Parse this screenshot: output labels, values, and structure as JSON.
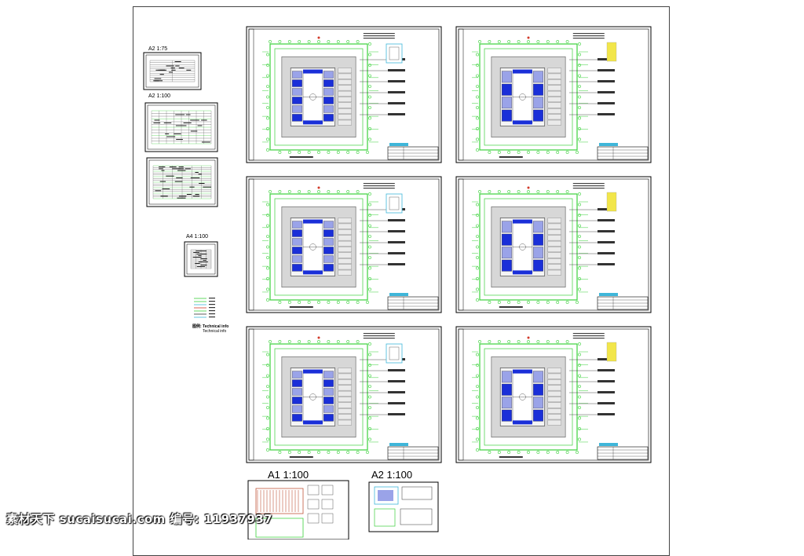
{
  "sheet_labels": {
    "a2_175": "A2   1:75",
    "a2_100": "A2   1:100",
    "a4_100": "A4 1:100",
    "a1_100_bottom": "A1    1:100",
    "a2_100_bottom": "A2    1:100"
  },
  "legend_text": {
    "line1": "图例: Technical info",
    "line2": "Technical info"
  },
  "watermark": "素材天下 sucaisucai.com  编号: 11937937",
  "colors": {
    "frame": "#000000",
    "court_blue": "#1a2fd8",
    "court_light": "#9aa3e8",
    "green_lines": "#3bd13b",
    "yellow_block": "#f2e64a",
    "cyan_accent": "#3fb6d9",
    "red_accent": "#d23a2a"
  }
}
